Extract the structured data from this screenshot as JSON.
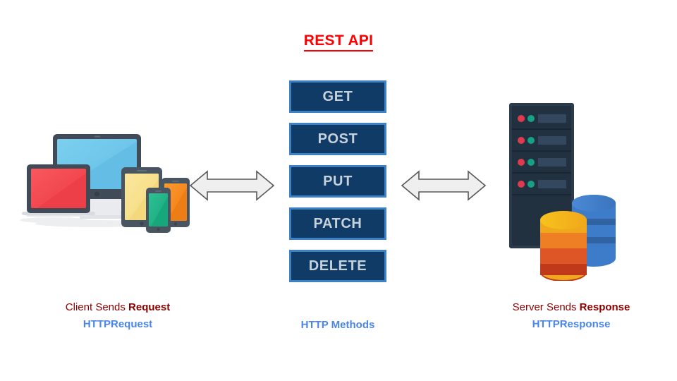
{
  "title": {
    "text": "REST API",
    "color": "#ff0000"
  },
  "methods": {
    "label": "HTTP Methods",
    "fill": "#0f3b66",
    "border": "#3c82c4",
    "text_color": "#c6d2da",
    "items": [
      {
        "label": "GET"
      },
      {
        "label": "POST"
      },
      {
        "label": "PUT"
      },
      {
        "label": "PATCH"
      },
      {
        "label": "DELETE"
      }
    ]
  },
  "arrows": {
    "left": {
      "name": "client-to-api-arrow",
      "direction": "bidirectional"
    },
    "right": {
      "name": "api-to-server-arrow",
      "direction": "bidirectional"
    },
    "fill": "#efefef",
    "stroke": "#58585a"
  },
  "client": {
    "caption_prefix": "Client Sends ",
    "caption_strong": "Request",
    "caption_sub": "HTTPRequest",
    "devices": [
      {
        "name": "desktop-monitor",
        "screen_color": "#6ec6ea"
      },
      {
        "name": "laptop",
        "screen_color": "#f2484f"
      },
      {
        "name": "tablet",
        "screen_color": "#f7e08c"
      },
      {
        "name": "smartphone-green",
        "screen_color": "#21b286"
      },
      {
        "name": "smartphone-orange",
        "screen_color": "#f5881f"
      }
    ]
  },
  "server": {
    "caption_prefix": "Server Sends ",
    "caption_strong": "Response",
    "caption_sub": "HTTPResponse",
    "rack": {
      "body_color": "#22313f",
      "row_count": 4,
      "led_red": "#e03a4e",
      "led_teal": "#16a085",
      "bar_color": "#33485e"
    },
    "databases": [
      {
        "name": "database-blue",
        "color": "#3d7cc9"
      },
      {
        "name": "database-orange",
        "color": "#f0a81c"
      }
    ]
  },
  "caption_colors": {
    "dark_red": "#8b0000",
    "blue": "#4a86e8"
  }
}
